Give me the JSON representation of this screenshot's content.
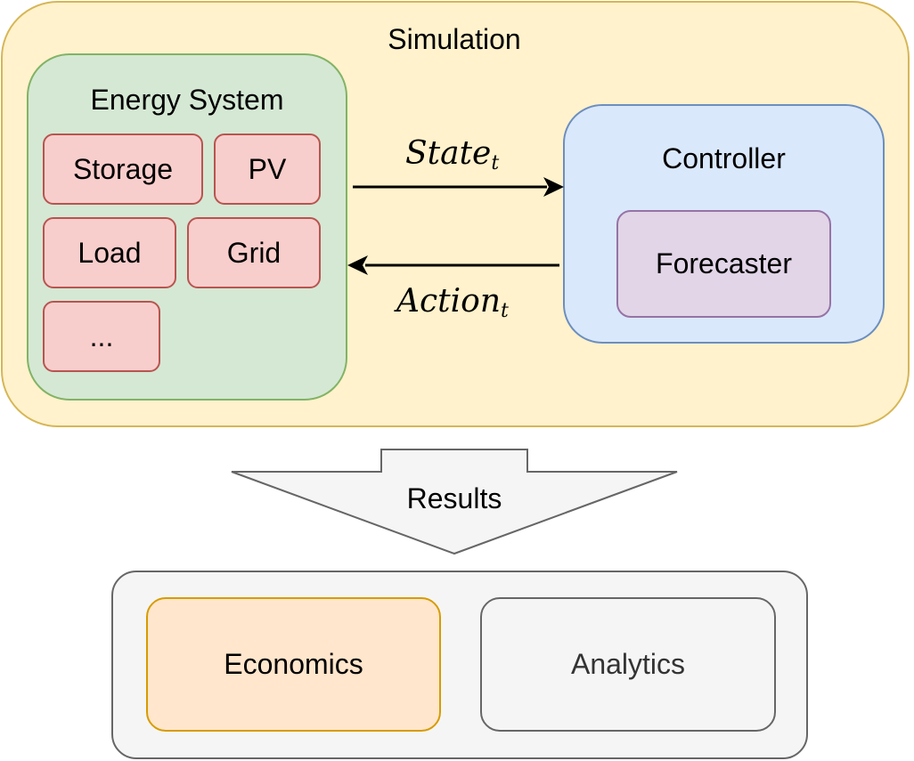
{
  "simulation": {
    "title": "Simulation",
    "fill": "#fff2cc",
    "stroke": "#d6b656"
  },
  "energy_system": {
    "title": "Energy System",
    "fill": "#d5e8d4",
    "stroke": "#82b366",
    "components": {
      "storage": "Storage",
      "pv": "PV",
      "load": "Load",
      "grid": "Grid",
      "more": "..."
    },
    "component_fill": "#f8cecc",
    "component_stroke": "#b85450"
  },
  "controller": {
    "title": "Controller",
    "fill": "#dae8fc",
    "stroke": "#6c8ebf",
    "forecaster": {
      "label": "Forecaster",
      "fill": "#e1d5e7",
      "stroke": "#9673a6"
    }
  },
  "arrows": {
    "state": {
      "base": "State",
      "sub": "t"
    },
    "action": {
      "base": "Action",
      "sub": "t"
    }
  },
  "results": {
    "label": "Results",
    "fill": "#f5f5f5",
    "stroke": "#666666"
  },
  "outputs": {
    "economics": {
      "label": "Economics",
      "fill": "#ffe6cc",
      "stroke": "#d79b00"
    },
    "analytics": {
      "label": "Analytics",
      "fill": "#f5f5f5",
      "stroke": "#666666"
    }
  }
}
